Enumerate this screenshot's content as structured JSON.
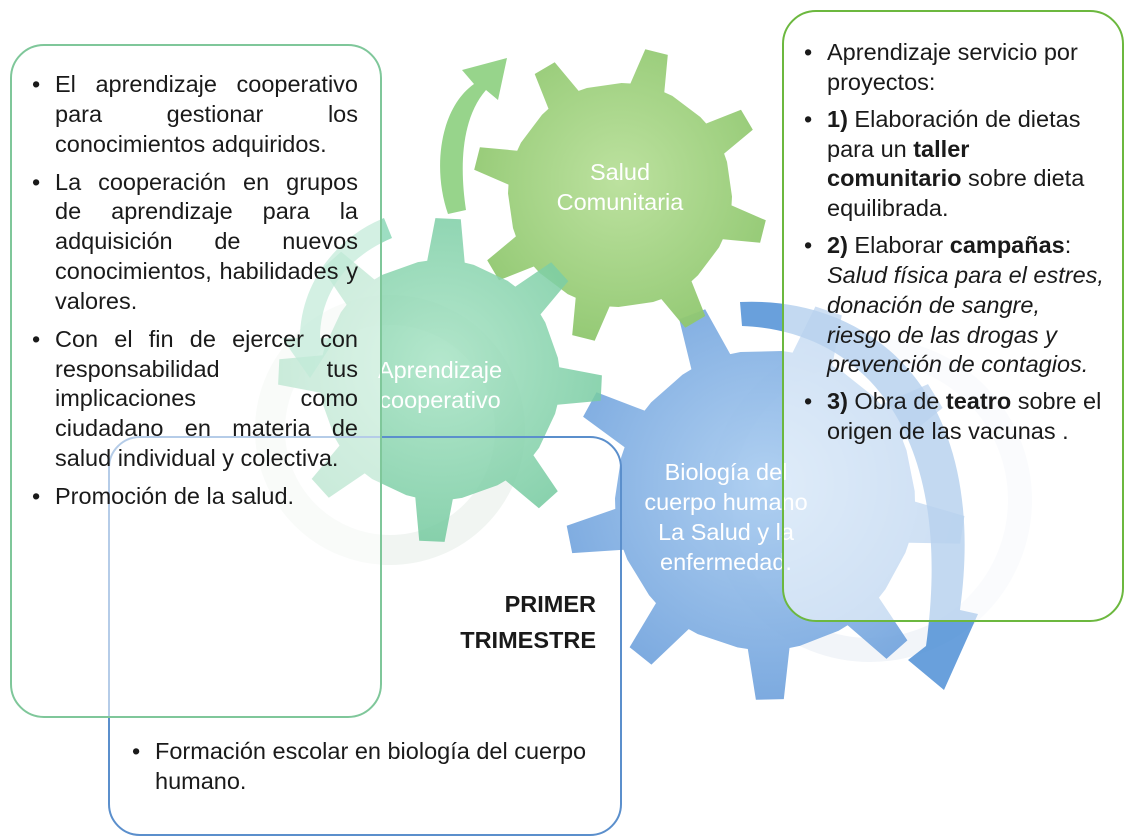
{
  "gears": {
    "salud_comunitaria": "Salud\nComunitaria",
    "aprendizaje": "Aprendizaje\ncooperativo",
    "biologia": "Biología del\ncuerpo humano\nLa Salud y la\nenfermedad."
  },
  "left_box": {
    "items": [
      "El aprendizaje cooperativo para gestionar los conocimientos adquiridos.",
      "La cooperación en grupos de aprendizaje para la adquisición de nuevos conocimientos, habilidades y valores.",
      "Con el fin de ejercer con responsabilidad tus implicaciones como ciudadano en materia de salud individual y colectiva.",
      "Promoción de la salud."
    ]
  },
  "bottom_box": {
    "label_line1": "PRIMER",
    "label_line2": "TRIMESTRE",
    "items": [
      "Formación escolar en biología del cuerpo humano."
    ]
  },
  "right_box": {
    "item1": "Aprendizaje servicio por proyectos:",
    "item2": {
      "num": "1)",
      "t1": " Elaboración de dietas para un ",
      "b1": "taller comunitario",
      "t2": " sobre dieta equilibrada."
    },
    "item3": {
      "num": "2)",
      "t1": " Elaborar ",
      "b1": "campañas",
      "t2": ": ",
      "i1": "Salud física para el estres, donación de sangre, riesgo de las drogas y prevención de contagios."
    },
    "item4": {
      "num": "3)",
      "t1": " Obra de ",
      "b1": "teatro",
      "t2": " sobre el origen de las vacunas ."
    }
  },
  "colors": {
    "gear_green": "#8cc56b",
    "gear_teal": "#73c9a0",
    "gear_blue": "#6fa3dd",
    "arrow_green": "#8ccf7e",
    "arrow_blue": "#4f8fd6"
  }
}
